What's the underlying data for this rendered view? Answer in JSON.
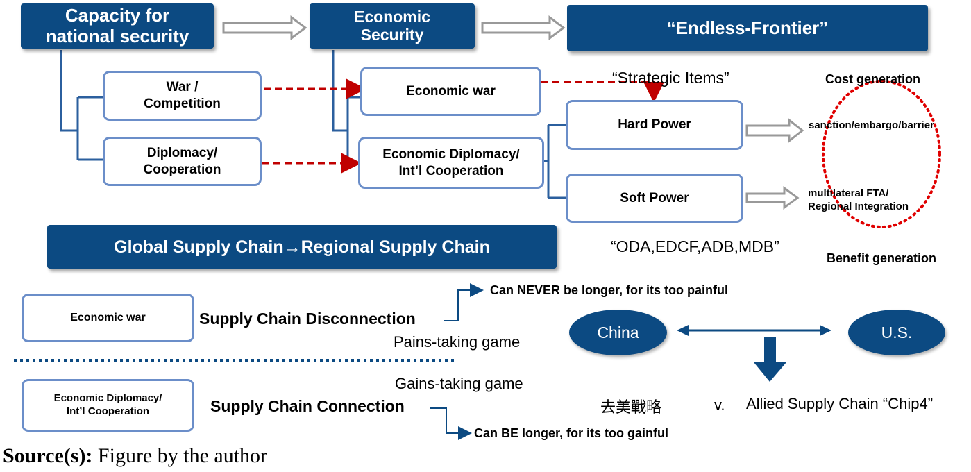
{
  "top": {
    "capacity": "Capacity for\nnational security",
    "economic_security": "Economic\nSecurity",
    "endless_frontier": "“Endless-Frontier”"
  },
  "boxes": {
    "war": "War /\nCompetition",
    "diplomacy": "Diplomacy/\nCooperation",
    "economic_war": "Economic war",
    "economic_diplomacy": "Economic Diplomacy/\nInt’l Cooperation",
    "hard_power": "Hard Power",
    "soft_power": "Soft Power"
  },
  "labels": {
    "strategic_items": "“Strategic Items”",
    "cost_generation": "Cost generation",
    "sanction": "sanction/embargo/barrier",
    "multilateral": "multilateral FTA/\nRegional Integration",
    "oda": "“ODA,EDCF,ADB,MDB”",
    "benefit_generation": "Benefit generation"
  },
  "supply": {
    "banner": "Global Supply Chain→Regional Supply Chain",
    "economic_war": "Economic war",
    "disconnection": "Supply Chain Disconnection",
    "never_longer": "Can NEVER be longer, for its too painful",
    "pains_game": "Pains-taking game",
    "gains_game": "Gains-taking game",
    "economic_diplomacy": "Economic Diplomacy/\nInt’l Cooperation",
    "connection": "Supply Chain Connection",
    "be_longer": "Can BE longer, for its too gainful"
  },
  "actors": {
    "china": "China",
    "us": "U.S.",
    "strategy_cn": "去美戰略",
    "versus": "v.",
    "allied": "Allied Supply Chain “Chip4”"
  },
  "source": {
    "label": "Source(s):",
    "text": " Figure by the author"
  },
  "colors": {
    "navy": "#0c4a82",
    "box_border": "#6b8ec9",
    "dashed_arrow": "#c00000",
    "cost_circle": "#e00000"
  }
}
